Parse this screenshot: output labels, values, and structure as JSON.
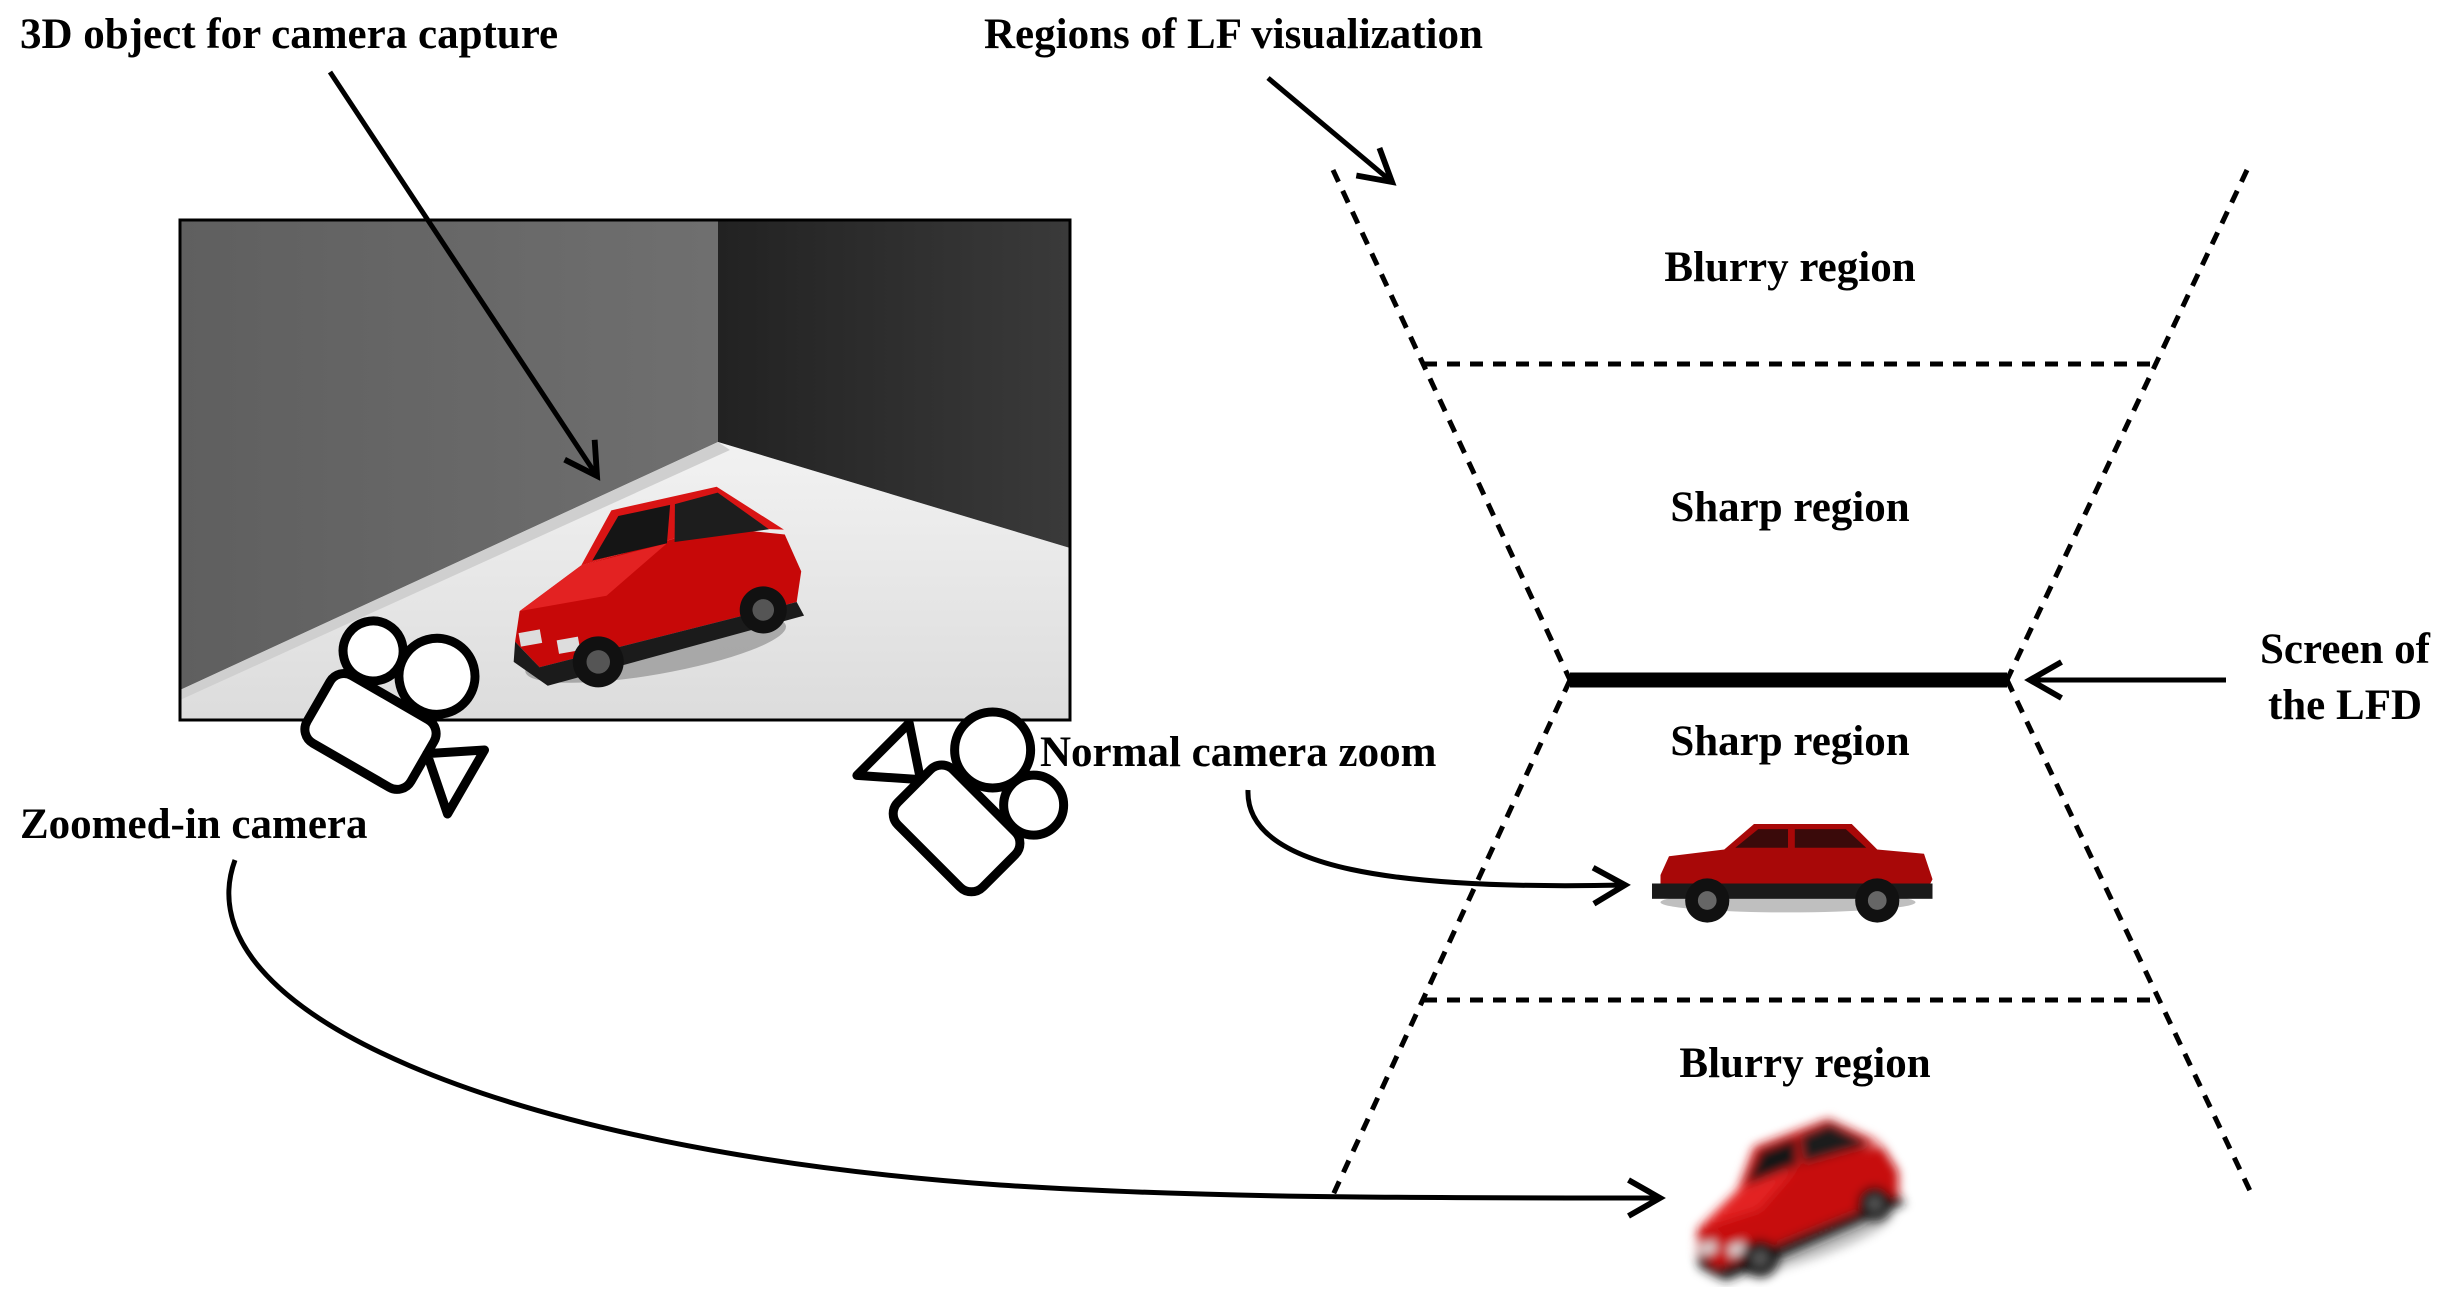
{
  "labels": {
    "object": "3D object for camera capture",
    "regions_title": "Regions of LF visualization",
    "blurry_top": "Blurry region",
    "sharp_top": "Sharp region",
    "sharp_bottom": "Sharp region",
    "blurry_bottom": "Blurry region",
    "screen_line1": "Screen of",
    "screen_line2": "the LFD",
    "normal_zoom": "Normal camera zoom",
    "zoomed_camera": "Zoomed-in camera"
  },
  "colors": {
    "car_body": "#d40a0a",
    "car_dark": "#7a0000",
    "wall_left": "#6e6e6e",
    "wall_right": "#2e2e2e",
    "floor": "#e6e6e6",
    "line": "#000000"
  },
  "icons": [
    "video-camera-icon",
    "video-camera-icon"
  ]
}
